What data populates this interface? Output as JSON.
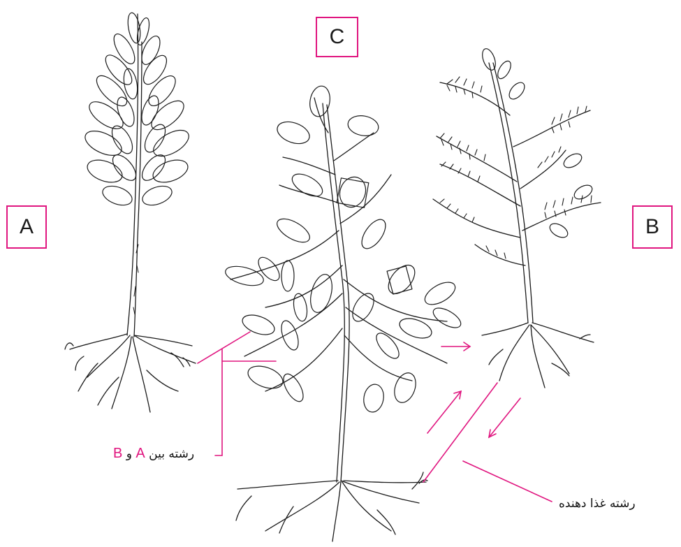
{
  "labels": {
    "plant_a": "A",
    "plant_b": "B",
    "plant_c": "C"
  },
  "annotations": {
    "ab_strand": {
      "text": "رشته بین",
      "mark_a": "A",
      "conj": "و",
      "mark_b": "B"
    },
    "feeding_strand": "رشته غذا دهنده"
  },
  "colors": {
    "accent": "#e0157f",
    "ink": "#1a1a1a"
  }
}
